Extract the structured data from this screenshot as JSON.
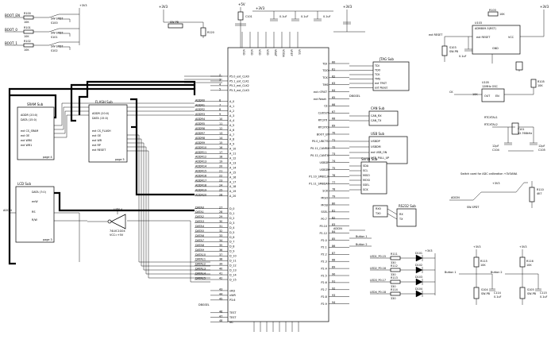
{
  "power_nets": {
    "v3": "+3V3",
    "v5": "+5V",
    "gnd": "GND",
    "vcc_note": "VCC=+5V"
  },
  "boot_switches": [
    {
      "net": "BOOT_EN",
      "res": "R100",
      "res_val": "10K",
      "sw": "SW-SPDT",
      "ref": "S100"
    },
    {
      "net": "BOOT_0",
      "res": "R101",
      "res_val": "10K",
      "sw": "SW-SPDT",
      "ref": "S101"
    },
    {
      "net": "BOOT_1",
      "res": "R102",
      "res_val": "10K",
      "sw": "SW-SPDT",
      "ref": "S102"
    }
  ],
  "mcu": {
    "left_pins": [
      "P5.0_ext_CLK0",
      "P5.1_ext_CLK1",
      "P5.2_ext_CLK2",
      "P5.3_ext_CLK3",
      "A_0",
      "A_1",
      "A_2",
      "A_3",
      "A_4",
      "A_5",
      "A_6",
      "A_7",
      "A_8",
      "A_9",
      "A_10",
      "A_11",
      "A_12",
      "A_13",
      "A_14",
      "A_15",
      "A_16",
      "A_17",
      "A_18",
      "A_19",
      "A_20",
      "D_0",
      "D_1",
      "D_2",
      "D_3",
      "D_4",
      "D_5",
      "D_6",
      "D_7",
      "D_8",
      "D_9",
      "D_10",
      "D_11",
      "D_12",
      "D_13",
      "D_14",
      "D_15",
      "nRD",
      "nWR",
      "P3.6",
      "TEST",
      "TEST",
      "NC"
    ],
    "right_pins": [
      "TDI",
      "TDO",
      "TCK",
      "TMS",
      "ext nTRST",
      "ext Reset",
      "CE",
      "CLKOUT",
      "RTCXTI",
      "RTCXTO",
      "BOOT_EN",
      "P0.0_UBCTS",
      "P0.11_CANRX",
      "P0.12_CANTX",
      "USBDP",
      "USBDM",
      "P1.10_SMBCLK",
      "P1.11_SMBDAT",
      "SCK",
      "MISO",
      "MOSI",
      "SSEL",
      "P0.7",
      "P0.10",
      "P1.12",
      "P2.0",
      "P2.1",
      "P2.2",
      "P2.3",
      "P2.4",
      "P2.5",
      "P2.6",
      "P2.7",
      "P2.8",
      "P2.9"
    ],
    "top_pins": [
      "VDD",
      "VDD",
      "VDD",
      "VDD",
      "VBAT",
      "VDDA",
      "VREF",
      "VSS"
    ]
  },
  "ram": {
    "title": "SRAM Sub",
    "ref": "page 4",
    "ports": [
      "ADDR (20:0)",
      "DATA (15:0)",
      "ext CS_SRAM",
      "ext OE",
      "ext WR0",
      "ext WR1"
    ]
  },
  "flash": {
    "title": "FLASH Sub",
    "ref": "page 5",
    "ports": [
      "ADDR (20:0)",
      "DATA (15:0)",
      "ext CS_FLASH",
      "ext OE",
      "ext WR",
      "ext RP",
      "ext RESET"
    ]
  },
  "lcd": {
    "title": "LCD Sub",
    "ref": "page 3",
    "ports": [
      "DATA (7:0)",
      "enW",
      "RS",
      "R/W"
    ]
  },
  "buffer": {
    "ref": "U101A",
    "part": "74LVC1G04",
    "note": "VCC=+5V"
  },
  "jtag": {
    "title": "JTAG Sub",
    "ports": [
      "TDI",
      "TDO",
      "TCK",
      "TMS",
      "ext TRST",
      "ext Reset"
    ]
  },
  "can": {
    "title": "CAN Sub",
    "ports": [
      "CAN_RX",
      "CAN_TX"
    ]
  },
  "usb": {
    "title": "USB Sub",
    "ports": [
      "USBDP",
      "USBDM",
      "ext USB_ON",
      "USB_PULL_UP"
    ]
  },
  "serial": {
    "title": "Serial Sub",
    "ports": [
      "SDA",
      "SCL",
      "MISO",
      "MOSI",
      "SSEL",
      "SCK"
    ]
  },
  "rs232": {
    "title": "RS232 Sub",
    "ports": [
      "RX",
      "TX"
    ]
  },
  "reset": {
    "ic": "U103",
    "part": "ADM809-5(RST)",
    "pins": [
      "ext RESET",
      "VCC",
      "GND"
    ],
    "res": "R103",
    "res_val": "10K",
    "cap": "C103",
    "cap_val": "0.1uF",
    "sw": "S103",
    "sw_type": "SW-PB"
  },
  "osc": {
    "ic": "U105",
    "part": "12MHz OSC",
    "pins": [
      "OUT",
      "EN"
    ],
    "res": "R105",
    "res_val": "10K"
  },
  "rtc": {
    "xtal": "Y101",
    "xtal_val": "32.768kHz",
    "c1": "C104",
    "c2": "C105",
    "cap_val": "12pF"
  },
  "adc": {
    "note": "Switch used for ADC calibration +3V3ANA",
    "sw": "SW-SPDT",
    "pot": "R110",
    "pot_val": "4K7",
    "net": "ADCIN"
  },
  "leds": [
    {
      "net": "LED1_P0.15",
      "res": "R111",
      "ref": "D101"
    },
    {
      "net": "LED2_P0.16",
      "res": "R112",
      "ref": "D102"
    },
    {
      "net": "LED3_P0.17",
      "res": "R113",
      "ref": "D103"
    },
    {
      "net": "LED4_P0.18",
      "res": "R114",
      "ref": "D104"
    }
  ],
  "buttons": [
    {
      "label": "Button 1",
      "res": "R115",
      "res_val": "10K",
      "sw": "S104",
      "sw_type": "SW-PB",
      "cap": "C114",
      "cap_val": "0.1uF"
    },
    {
      "label": "Button 2",
      "res": "R116",
      "res_val": "10K",
      "sw": "S105",
      "sw_type": "SW-PB",
      "cap": "C115",
      "cap_val": "0.1uF"
    }
  ],
  "misc": {
    "r_top": "R120",
    "r_top_val": "10K",
    "c_top": "C101",
    "c_top_val": "10uF",
    "cap_val": "0.1uF",
    "sw_left": "SW-PB",
    "dbgsel": "DBGSEL",
    "adcin": "ADCIN",
    "led_res_val": "330"
  }
}
